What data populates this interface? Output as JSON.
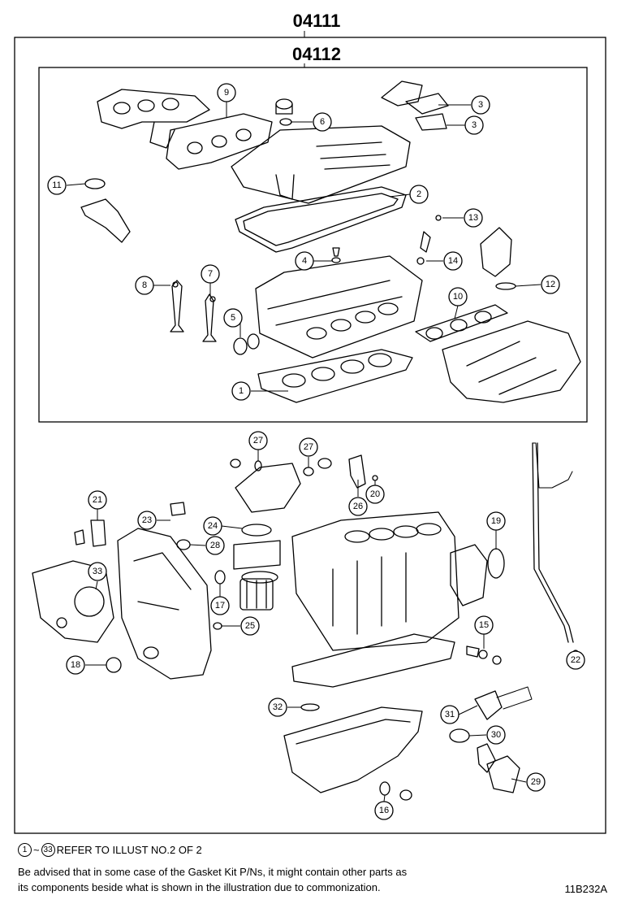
{
  "header": {
    "kit_code_outer": "04111",
    "kit_code_inner": "04112"
  },
  "callouts": [
    "1",
    "2",
    "3",
    "3",
    "4",
    "5",
    "6",
    "7",
    "8",
    "9",
    "10",
    "11",
    "12",
    "13",
    "14",
    "16",
    "15",
    "17",
    "18",
    "19",
    "20",
    "21",
    "22",
    "23",
    "24",
    "25",
    "26",
    "27",
    "27",
    "28",
    "29",
    "30",
    "31",
    "32",
    "33"
  ],
  "legend": {
    "ref_start": "1",
    "ref_tilde": "~",
    "ref_end": "33",
    "ref_text": "REFER TO ILLUST NO.2 OF 2",
    "note_line1": "Be advised that in some case of the Gasket Kit P/Ns,  it might contain other parts as",
    "note_line2": "its components beside what is shown in the illustration due to commonization."
  },
  "figure_id": "11B232A"
}
